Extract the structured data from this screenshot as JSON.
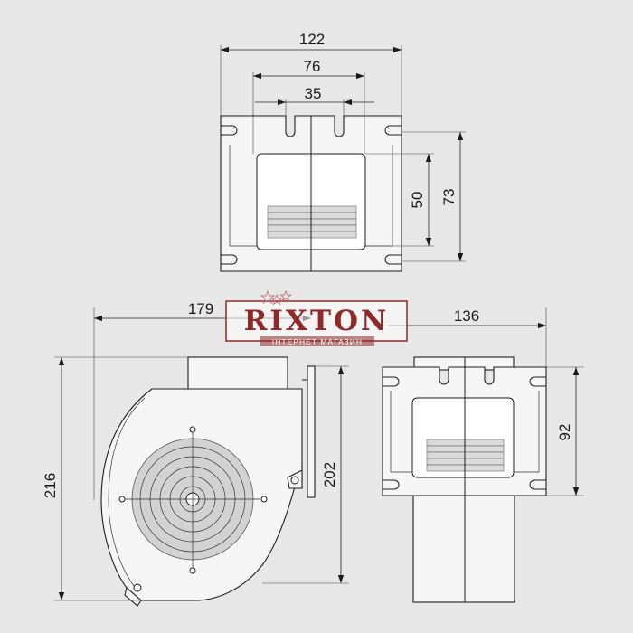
{
  "dimensions": {
    "top_total_width": "122",
    "top_slot_outer": "76",
    "top_slot_inner": "35",
    "top_window_height": "50",
    "top_flange_height": "73",
    "side_total_length": "179",
    "side_total_height": "216",
    "side_flange_height": "202",
    "front_width": "136",
    "front_height": "92"
  },
  "logo": {
    "name": "RIXTON",
    "tagline": "ІНТЕРНЕТ МАГАЗИН",
    "color": "#8e2a2a"
  },
  "colors": {
    "background": "#e7e7e7",
    "part_fill": "#f5f5f5",
    "outline": "#1d1d1d"
  }
}
